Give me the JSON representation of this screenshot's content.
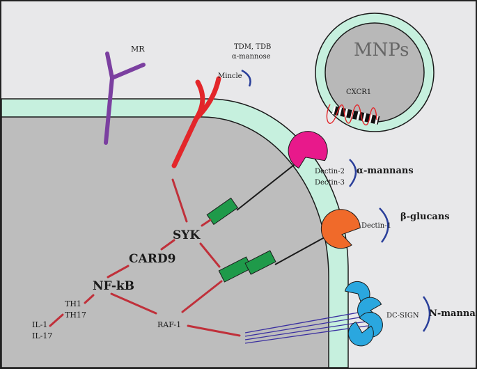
{
  "labels": {
    "mr": "MR",
    "tdm_tdb": "TDM, TDB",
    "alpha_mannose": "α-mannose",
    "mincle": "Mincle",
    "mnps": "MNPs",
    "cxcr1": "CXCR1",
    "dectin2": "Dectin-2",
    "dectin3": "Dectin-3",
    "alpha_mannans": "α-mannans",
    "dectin1": "Dectin-1",
    "beta_glucans": "β-glucans",
    "syk": "SYK",
    "card9": "CARD9",
    "nfkb": "NF-kB",
    "th1": "TH1",
    "th17": "TH17",
    "il1": "IL-1",
    "il17": "IL-17",
    "raf1": "RAF-1",
    "dcsign": "DC-SIGN",
    "n_mannans": "N-mannans"
  },
  "colors": {
    "background": "#e8e8ea",
    "membrane": "#c6f0de",
    "membrane_stroke": "#1a1a1a",
    "cytoplasm": "#bdbdbd",
    "mr_receptor": "#7b3fa0",
    "mincle_receptor": "#e3262a",
    "pathway_line": "#c0303a",
    "dectin2_ligand": "#e8198b",
    "dectin1_ligand": "#f06a2a",
    "dectin_tm": "#1f9a4a",
    "dcsign": "#2aa7df",
    "bracket": "#2a3f9a",
    "mnp_fill": "#b8b8b8",
    "mnp_ring": "#c6f0de"
  }
}
